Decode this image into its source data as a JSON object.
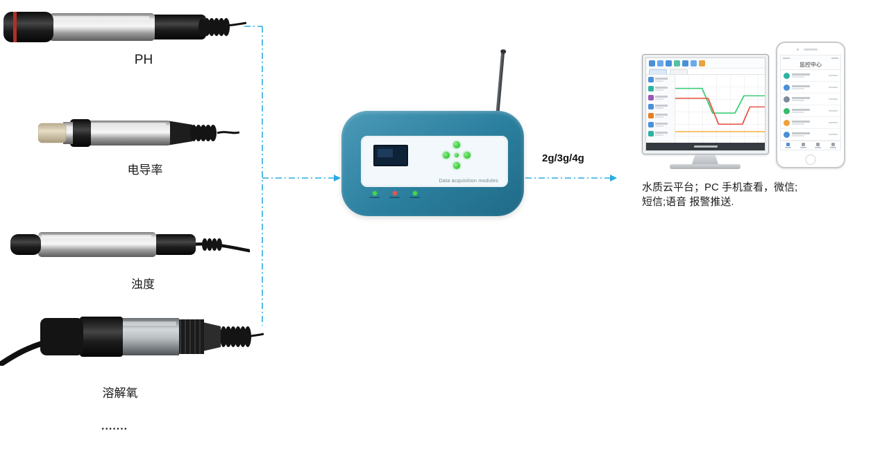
{
  "diagram": {
    "sensors": [
      {
        "id": "ph",
        "label": "PH"
      },
      {
        "id": "conductivity",
        "label": "电导率"
      },
      {
        "id": "turbidity",
        "label": "浊度"
      },
      {
        "id": "dissolved-oxygen",
        "label": "溶解氧"
      },
      {
        "id": "more-sensors",
        "label": "......."
      }
    ],
    "module": {
      "label": "Data acquisition modules"
    },
    "link": {
      "label": "2g/3g/4g"
    },
    "platform": {
      "phone_title": "监控中心",
      "line1": "水质云平台；PC 手机查看，微信;",
      "line2": "短信;语音 报警推送."
    }
  },
  "colors": {
    "connector": "#29abe2",
    "module_body": "#2b7f9e",
    "module_body_light": "#4b9ab8",
    "led_green": "#35c435"
  }
}
